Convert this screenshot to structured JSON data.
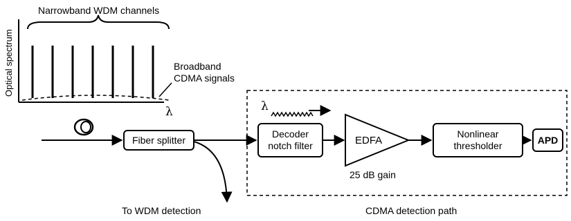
{
  "spectrum": {
    "title": "Narrowband WDM channels",
    "broadband_label_line1": "Broadband",
    "broadband_label_line2": "CDMA signals",
    "y_axis_label": "Optical spectrum",
    "x_axis_symbol": "λ"
  },
  "blocks": {
    "fiber_splitter": "Fiber splitter",
    "decoder_line1": "Decoder",
    "decoder_line2": "notch filter",
    "edfa": "EDFA",
    "thresholder_line1": "Nonlinear",
    "thresholder_line2": "thresholder",
    "apd": "APD"
  },
  "labels": {
    "gain": "25 dB gain",
    "wdm_detection": "To WDM detection",
    "cdma_path": "CDMA detection path",
    "decoder_lambda": "λ"
  }
}
